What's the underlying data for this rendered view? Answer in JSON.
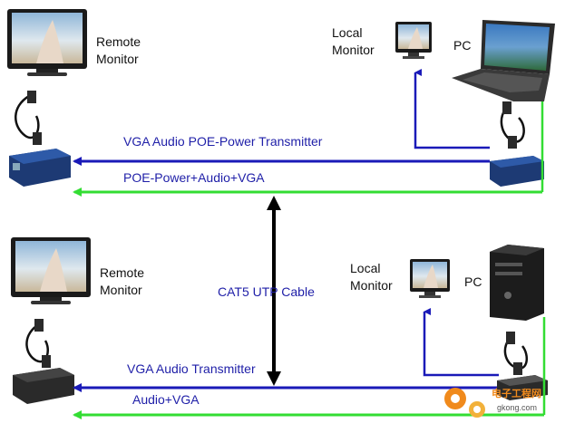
{
  "top": {
    "remote_label_1": "Remote",
    "remote_label_2": "Monitor",
    "local_label_1": "Local",
    "local_label_2": "Monitor",
    "pc_label": "PC",
    "blue_line_label": "VGA Audio POE-Power Transmitter",
    "green_line_label": "POE-Power+Audio+VGA"
  },
  "bottom": {
    "remote_label_1": "Remote",
    "remote_label_2": "Monitor",
    "local_label_1": "Local",
    "local_label_2": "Monitor",
    "pc_label": "PC",
    "blue_line_label": "VGA Audio Transmitter",
    "green_line_label": "Audio+VGA"
  },
  "cable_label": "CAT5 UTP Cable",
  "watermark": {
    "text_cn": "电子工程网",
    "domain": "gkong.com"
  },
  "colors": {
    "blue_line": "#1a1ab8",
    "green_line": "#33dd33",
    "cable": "#000000",
    "watermark_orange": "#f08a1c"
  }
}
